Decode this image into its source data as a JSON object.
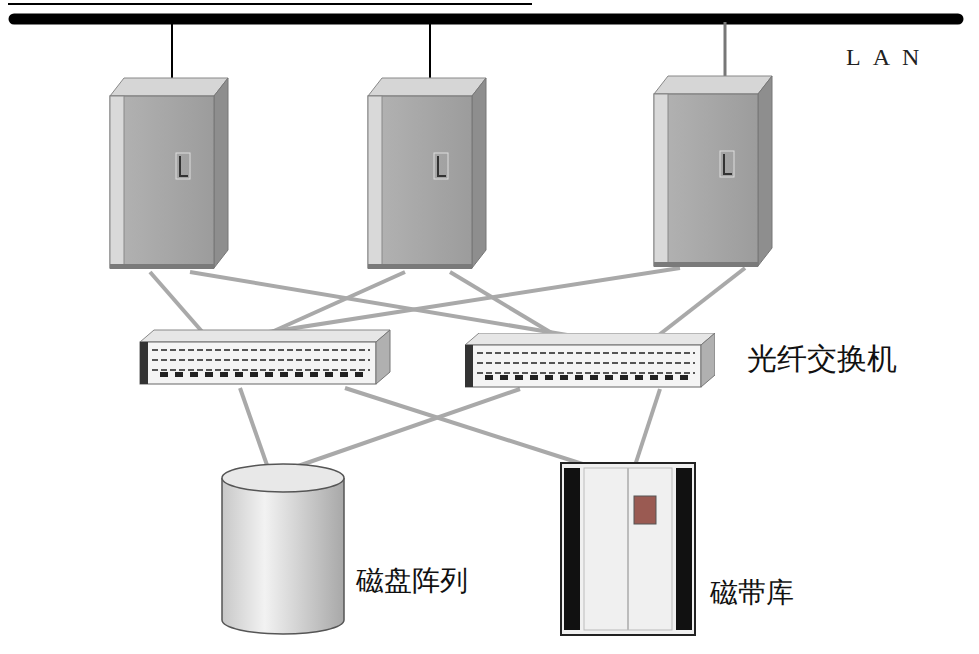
{
  "diagram": {
    "nodes": [
      {
        "text": [
          "光纤交换机"
        ]
      },
      {
        "text": [
          "磁盘阵列"
        ]
      },
      {
        "text": [
          "磁带库"
        ]
      }
    ],
    "edges": [
      {
        "from": 0,
        "to": 1,
        "arrow": "none"
      },
      {
        "from": 0,
        "to": 2,
        "arrow": "none"
      }
    ],
    "labels": [
      "LAN"
    ]
  }
}
